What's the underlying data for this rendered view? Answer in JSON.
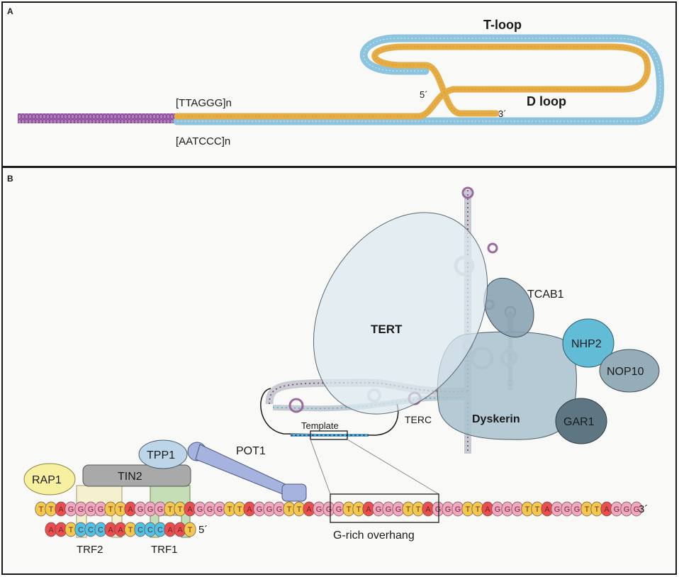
{
  "panel_a": {
    "letter": "A",
    "seq_top": "[TTAGGG]n",
    "seq_bottom": "[AATCCC]n",
    "t_loop": "T-loop",
    "d_loop": "D loop",
    "five_prime": "5´",
    "three_prime": "3´"
  },
  "panel_b": {
    "letter": "B",
    "proteins": {
      "tert": "TERT",
      "tcab1": "TCAB1",
      "nhp2": "NHP2",
      "nop10": "NOP10",
      "dyskerin": "Dyskerin",
      "gar1": "GAR1",
      "rap1": "RAP1",
      "tin2": "TIN2",
      "tpp1": "TPP1",
      "pot1": "POT1",
      "trf1": "TRF1",
      "trf2": "TRF2"
    },
    "terc": "TERC",
    "template": "Template",
    "overhang": "G-rich overhang",
    "top_strand_3": "3´",
    "bottom_strand_5": "5´",
    "top_strand_letters": "TTAGGGGTTAGGGTTAGGGTTAGGGTTAGGGTTAGGGTTAGGGTTAGGGTTAGGGTTAGGG",
    "bottom_strand_letters": "AATCCCAATCCCAAT"
  },
  "colors": {
    "frame": "#1a1a1a",
    "panel_bg": "#f9f9f7",
    "dsdna_purple": "#9b5aa6",
    "g_strand": "#e6ad45",
    "c_strand": "#8cc4dd",
    "base_T": "#f2c94c",
    "base_A": "#ea4e4e",
    "base_G": "#f2a7c2",
    "base_C": "#4fc3e6",
    "tert": "#dbe8f0",
    "dyskerin": "#a9c2ce",
    "nhp2": "#62bcd6",
    "nop10": "#95adb9",
    "gar1": "#5d7682",
    "tcab1": "#8aa4b2",
    "rap1": "#f6f0a0",
    "tin2": "#a9a9a9",
    "tpp1": "#bcd5e8",
    "pot1": "#a6b3de",
    "trf2": "#f5efc6",
    "trf1": "#bdd9a9"
  }
}
